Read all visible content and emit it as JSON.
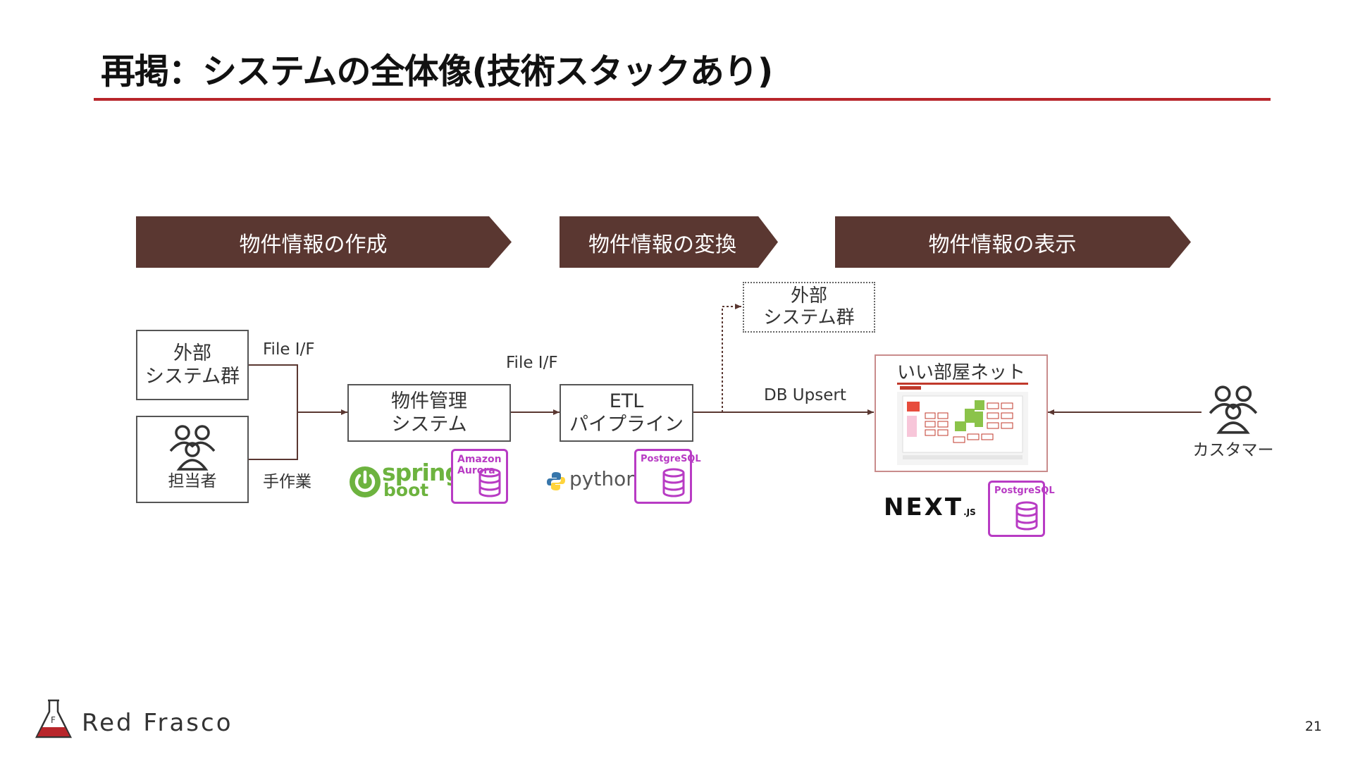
{
  "slide": {
    "title": "再掲：システムの全体像(技術スタックあり)",
    "page_number": "21",
    "accent_color": "#b8262b",
    "phase_color": "#5a3731"
  },
  "phases": [
    {
      "label": "物件情報の作成"
    },
    {
      "label": "物件情報の変換"
    },
    {
      "label": "物件情報の表示"
    }
  ],
  "nodes": {
    "external_left": {
      "line1": "外部",
      "line2": "システム群"
    },
    "staff": {
      "label": "担当者",
      "icon": "people-icon"
    },
    "property_mgmt": {
      "line1": "物件管理",
      "line2": "システム"
    },
    "etl": {
      "line1": "ETL",
      "line2": "パイプライン"
    },
    "external_top": {
      "line1": "外部",
      "line2": "システム群"
    },
    "iiheya": {
      "label": "いい部屋ネット"
    },
    "customer": {
      "label": "カスタマー",
      "icon": "people-icon"
    }
  },
  "edges": {
    "file_if_1": "File I/F",
    "manual": "手作業",
    "file_if_2": "File I/F",
    "db_upsert": "DB Upsert"
  },
  "tech": {
    "spring": {
      "top": "spring",
      "bottom": "boot",
      "color": "#6db33f"
    },
    "aurora": {
      "line1": "Amazon",
      "line2": "Aurora"
    },
    "python": {
      "text": "python",
      "tm": "™"
    },
    "postgres_etl": {
      "text": "PostgreSQL"
    },
    "nextjs": {
      "text": "NEXT",
      "suffix": ".JS"
    },
    "postgres_web": {
      "text": "PostgreSQL"
    },
    "db_color": "#b83bc4"
  },
  "brand": {
    "name": "Red Frasco"
  }
}
